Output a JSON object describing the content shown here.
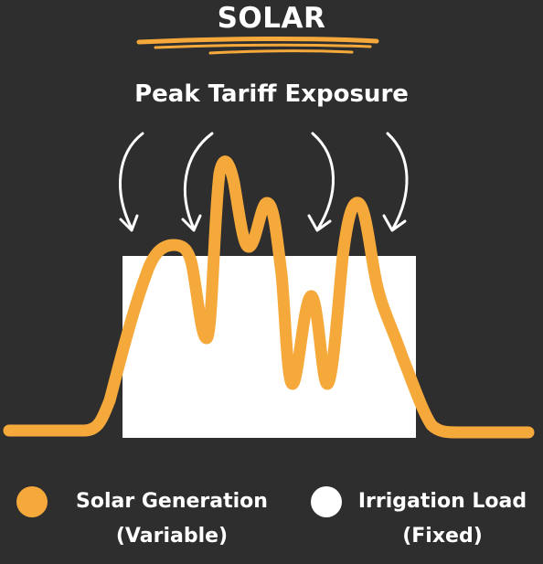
{
  "header": {
    "title": "SOLAR",
    "subtitle": "Peak Tariff Exposure"
  },
  "colors": {
    "background": "#2e2e2e",
    "solar": "#f6a93b",
    "load": "#ffffff",
    "text": "#ffffff"
  },
  "icons": {
    "arrows": "curved-arrow-down-icon",
    "underline": "brush-underline-icon"
  },
  "legend": {
    "solar_line1": "Solar Generation",
    "solar_line2": "(Variable)",
    "load_line1": "Irrigation Load",
    "load_line2": "(Fixed)"
  }
}
